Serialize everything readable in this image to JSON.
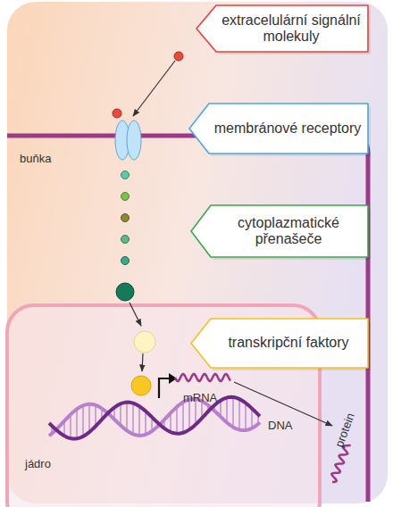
{
  "diagram": {
    "nodes": [
      {
        "text": [
          "extracelulární signální molekuly"
        ]
      },
      {
        "text": [
          "membránové receptory"
        ]
      },
      {
        "text": [
          "cytoplazmatické přenašeče"
        ]
      },
      {
        "text": [
          "transkripční faktory"
        ]
      }
    ],
    "labels": [
      "buňka",
      "jádro",
      "mRNA",
      "DNA",
      "protein"
    ]
  }
}
